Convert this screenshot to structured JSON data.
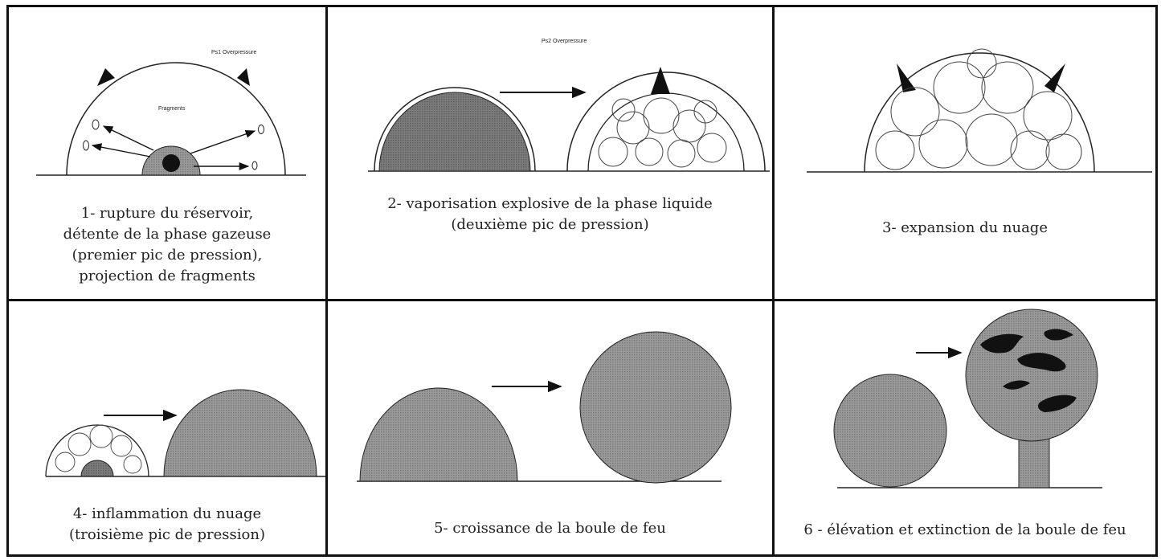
{
  "panels": [
    {
      "id": 1,
      "caption_lines": [
        "1- rupture du réservoir,",
        "détente de la phase gazeuse",
        "(premier pic de pression),",
        "projection de fragments"
      ],
      "labels": {
        "overpressure": "Ps1 Overpressure",
        "fragments": "Fragments"
      }
    },
    {
      "id": 2,
      "caption_lines": [
        "2- vaporisation explosive de la phase liquide",
        "(deuxième pic de pression)"
      ],
      "labels": {
        "overpressure": "Ps2 Overpressure"
      }
    },
    {
      "id": 3,
      "caption_lines": [
        "3- expansion du nuage"
      ]
    },
    {
      "id": 4,
      "caption_lines": [
        "4- inflammation du nuage",
        "(troisième pic de pression)"
      ]
    },
    {
      "id": 5,
      "caption_lines": [
        "5- croissance de la boule de feu"
      ]
    },
    {
      "id": 6,
      "caption_lines": [
        "6 - élévation et extinction de la boule de feu"
      ]
    }
  ],
  "colors": {
    "fill_dark": "#8a8a8a",
    "outline": "#222222",
    "border": "#111111"
  }
}
